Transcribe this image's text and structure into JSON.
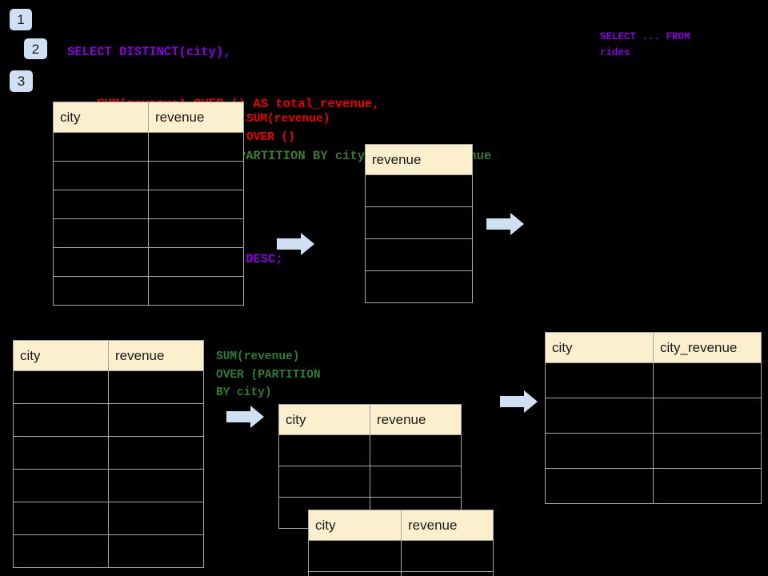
{
  "steps": [
    {
      "label": "1"
    },
    {
      "label": "2"
    },
    {
      "label": "3"
    }
  ],
  "code": {
    "lines": [
      {
        "text": "SELECT DISTINCT(city),",
        "color": "purple"
      },
      {
        "text": "    SUM(revenue) OVER () AS total_revenue,",
        "color": "red"
      },
      {
        "text": "    SUM(revenue) OVER (PARTITION BY city) as city_revenue",
        "color": "green"
      },
      {
        "text": "  FROM rides",
        "color": "purple"
      },
      {
        "text": "  ORDER by city_revenue DESC;",
        "color": "purple"
      }
    ],
    "side_note": "SELECT ... FROM\nrides"
  },
  "annotations": {
    "total_revenue": "SUM(revenue)\nOVER ()",
    "city_revenue": "SUM(revenue)\nOVER (PARTITION\nBY city)"
  },
  "tables": {
    "source_top": {
      "name": "rides-source-table",
      "headers": [
        "city",
        "revenue"
      ],
      "row_count": 6
    },
    "total_revenue": {
      "name": "total-revenue-table",
      "headers": [
        "revenue"
      ],
      "row_count": 4
    },
    "source_bottom": {
      "name": "rides-source-table-partition",
      "headers": [
        "city",
        "revenue"
      ],
      "row_count": 6
    },
    "partition_back": {
      "name": "partition-group-table-back",
      "headers": [
        "city",
        "revenue"
      ],
      "row_count": 3
    },
    "partition_front": {
      "name": "partition-group-table-front",
      "headers": [
        "city",
        "revenue"
      ],
      "row_count": 2
    },
    "result": {
      "name": "final-result-table",
      "headers": [
        "city",
        "city_revenue"
      ],
      "row_count": 4
    }
  },
  "arrows": [
    {
      "name": "arrow-source-to-total"
    },
    {
      "name": "arrow-total-to-result"
    },
    {
      "name": "arrow-source-to-partition"
    },
    {
      "name": "arrow-partition-to-result"
    }
  ],
  "colors": {
    "background": "#000000",
    "header_fill": "#fcefce",
    "border": "#a6a6a6",
    "badge": "#cfe0f2",
    "arrow": "#cfe0f2",
    "purple": "#8800dd",
    "red": "#ee0000",
    "green": "#3c7a32"
  }
}
